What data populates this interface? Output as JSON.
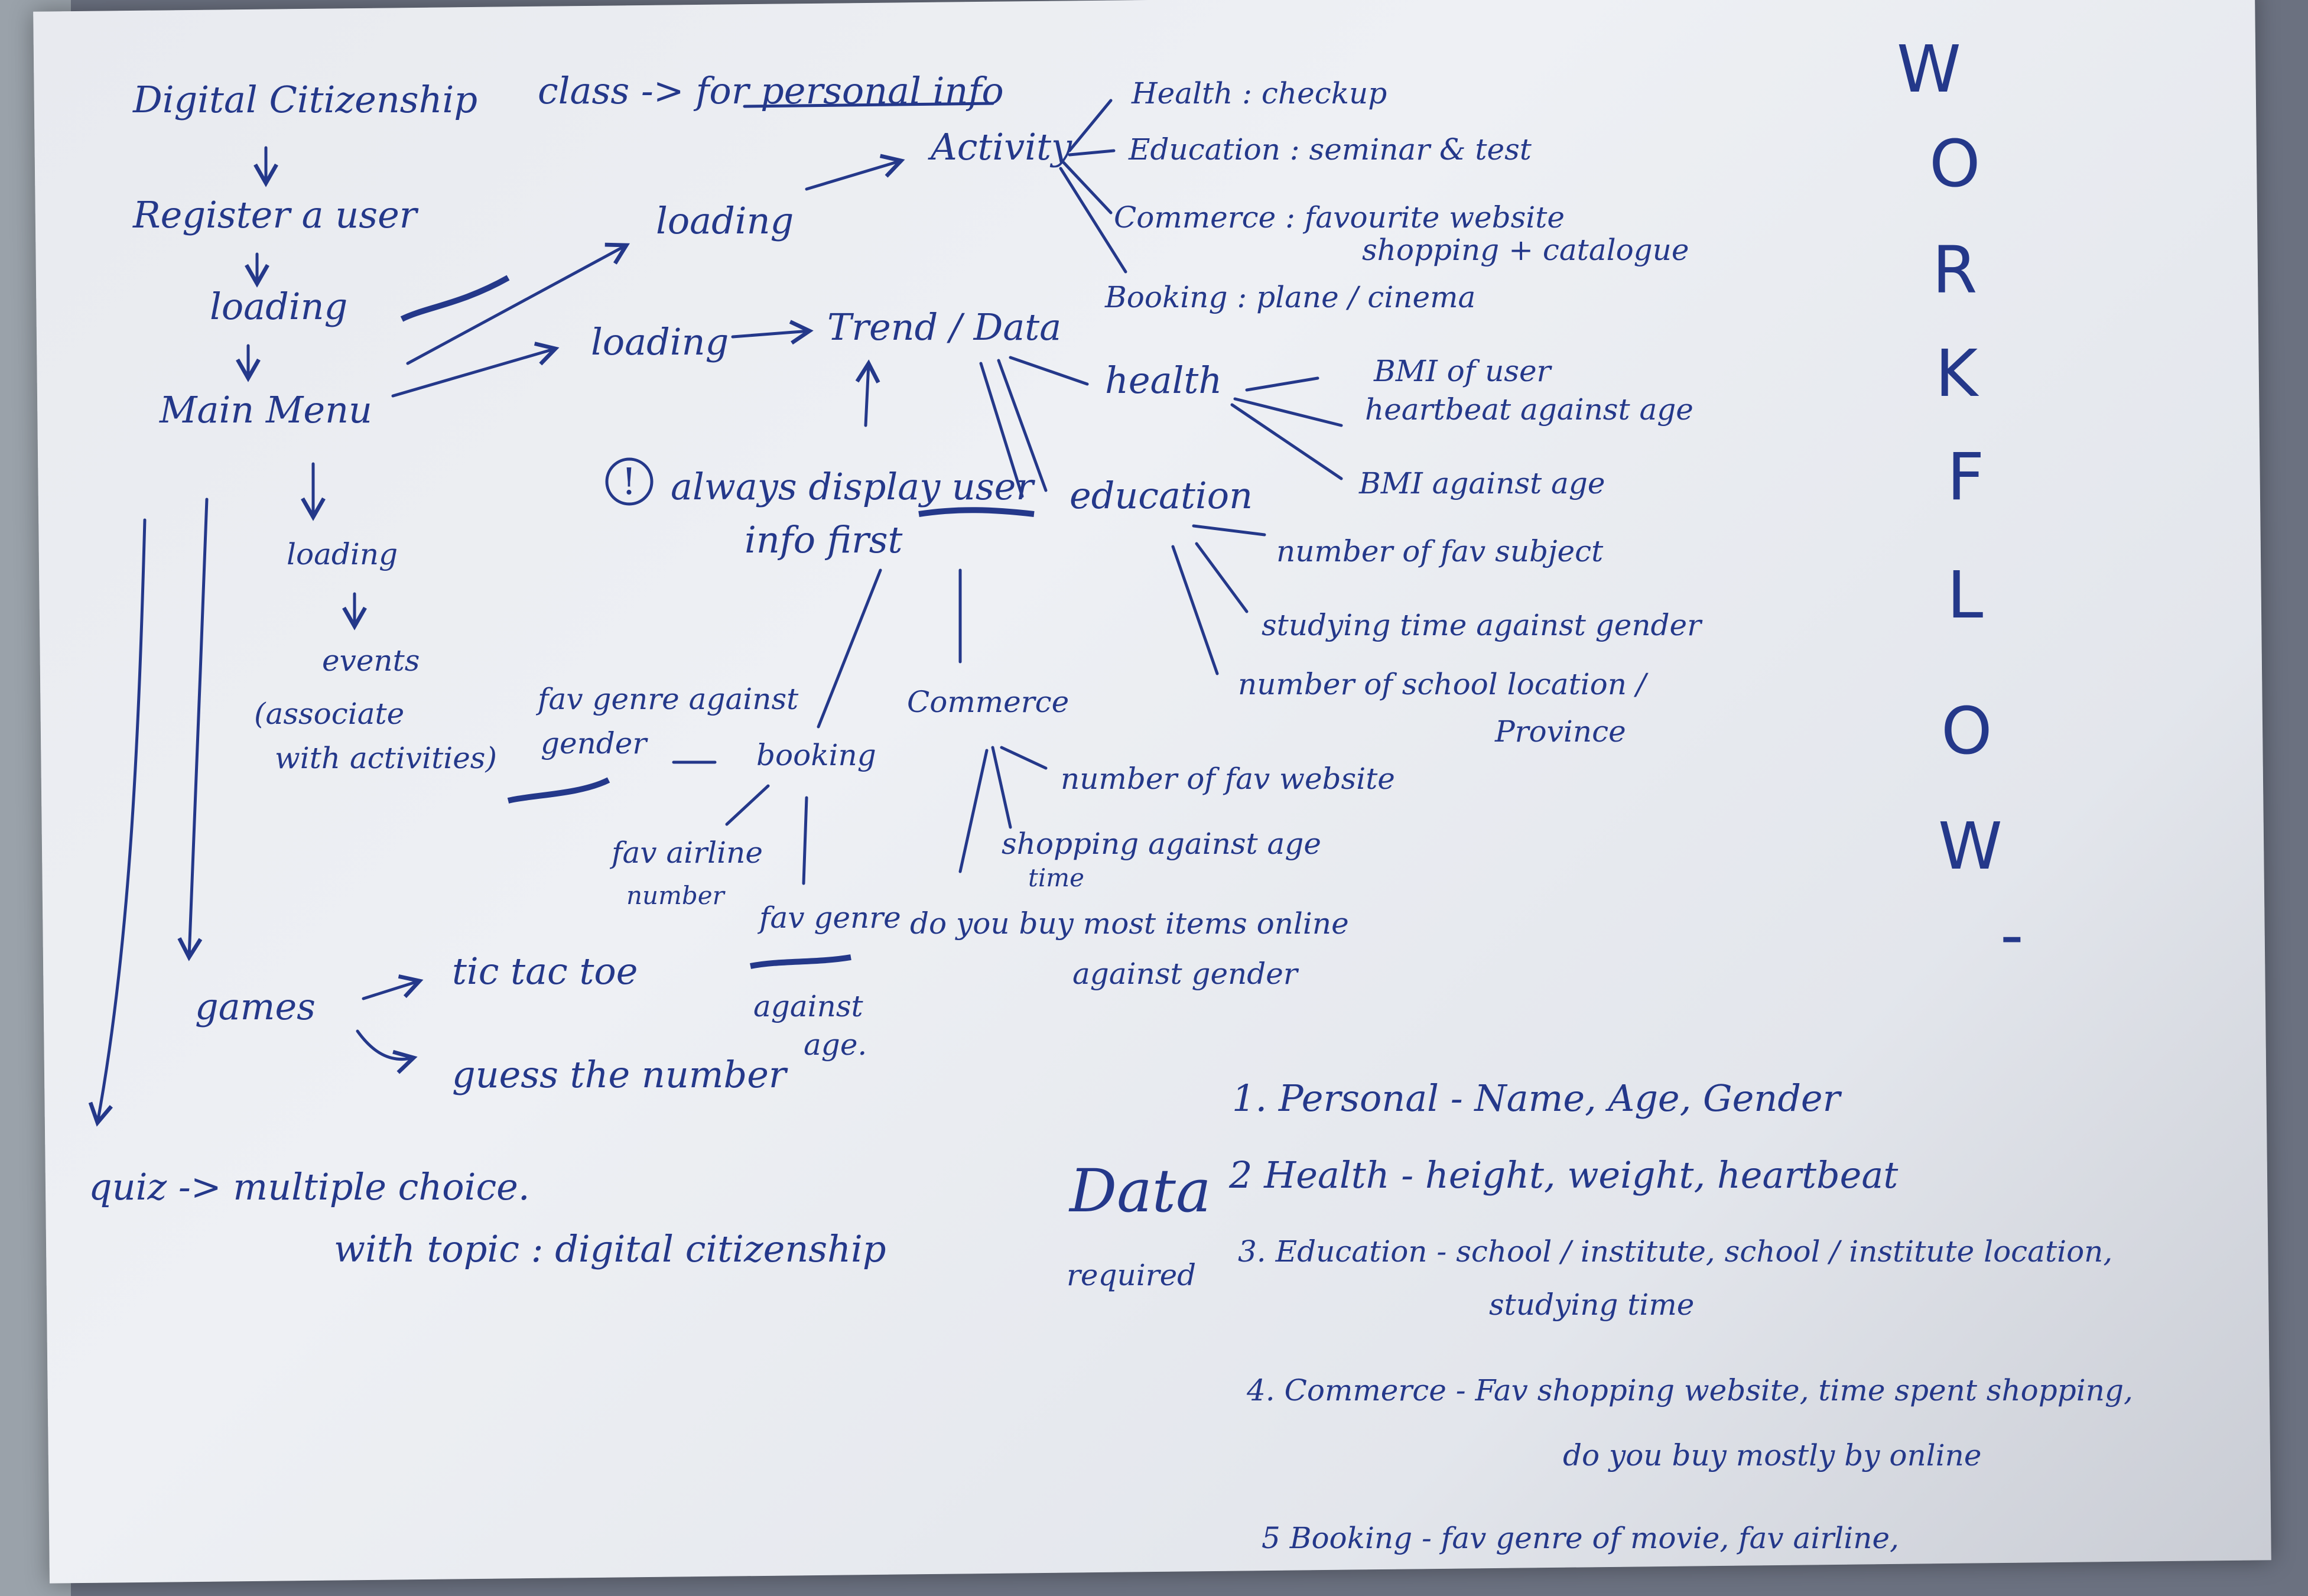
{
  "flow": {
    "digital_citizenship": "Digital Citizenship",
    "class_note": "class -> for personal info",
    "register_user": "Register a user",
    "loading_1": "loading",
    "main_menu": "Main Menu",
    "loading_activity": "loading",
    "activity": "Activity",
    "loading_trend": "loading",
    "trend_data": "Trend / Data",
    "loading_events": "loading",
    "events": "events",
    "events_note_1": "(associate",
    "events_note_2": "with activities)",
    "games": "games",
    "tic_tac_toe": "tic tac toe",
    "guess_number": "guess the number",
    "quiz": "quiz -> multiple choice.",
    "quiz_topic": "with topic : digital citizenship"
  },
  "activity_items": {
    "health": "Health : checkup",
    "education": "Education : seminar & test",
    "commerce_1": "Commerce : favourite website",
    "commerce_2": "shopping + catalogue",
    "booking": "Booking : plane / cinema"
  },
  "trend": {
    "always_display_1": "always display user",
    "always_display_2": "info first",
    "health": "health",
    "health_items": [
      "BMI of user",
      "heartbeat against age",
      "BMI against age"
    ],
    "education": "education",
    "education_items": [
      "number of fav subject",
      "studying time against gender",
      "number of school location /",
      "Province"
    ],
    "commerce": "Commerce",
    "commerce_items": [
      "number of fav website",
      "shopping against age",
      "time",
      "do you buy most items online",
      "against gender"
    ],
    "booking": "booking",
    "booking_items": [
      "fav genre against",
      "gender",
      "fav airline",
      "number",
      "fav genre",
      "against",
      "age."
    ]
  },
  "data_required": {
    "label_1": "Data",
    "label_2": "required",
    "items": [
      "1. Personal - Name, Age, Gender",
      "2 Health - height, weight, heartbeat",
      "3. Education - school / institute, school / institute location,",
      "studying time",
      "4. Commerce - Fav shopping website, time spent shopping,",
      "do you buy mostly by online",
      "5 Booking - fav genre of movie, fav airline,"
    ]
  },
  "workflow_letters": [
    "W",
    "O",
    "R",
    "K",
    "F",
    "L",
    "O",
    "W",
    "-"
  ]
}
